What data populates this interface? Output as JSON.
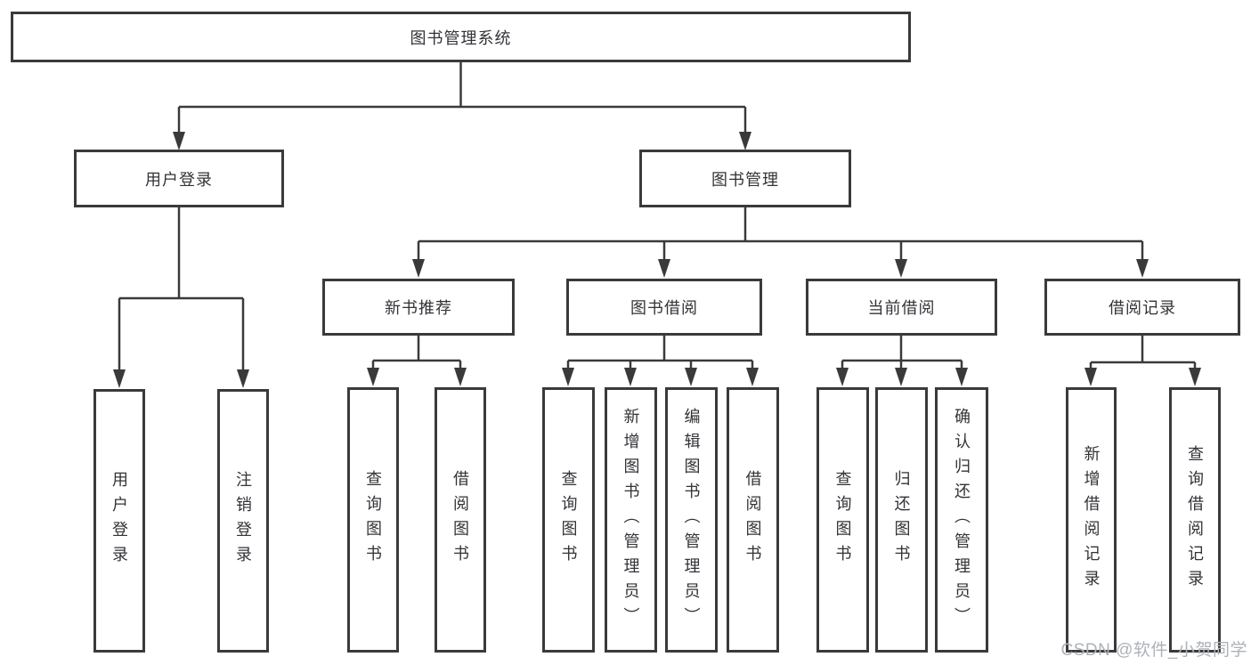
{
  "tree": {
    "root": {
      "label": "图书管理系统"
    },
    "level2": [
      {
        "label": "用户登录"
      },
      {
        "label": "图书管理"
      }
    ],
    "level3": [
      {
        "label": "新书推荐"
      },
      {
        "label": "图书借阅"
      },
      {
        "label": "当前借阅"
      },
      {
        "label": "借阅记录"
      }
    ],
    "leaves": {
      "user_login": [
        "用户登录",
        "注销登录"
      ],
      "new_book_recommend": [
        "查询图书",
        "借阅图书"
      ],
      "book_borrow": [
        "查询图书",
        "新增图书（管理员）",
        "编辑图书（管理员）",
        "借阅图书"
      ],
      "current_borrow": [
        "查询图书",
        "归还图书",
        "确认归还（管理员）"
      ],
      "borrow_records": [
        "新增借阅记录",
        "查询借阅记录"
      ]
    }
  },
  "watermark": {
    "text": "CSDN @软件_小贺同学"
  },
  "colors": {
    "line": "#3a3a3a",
    "border": "#3a3a3a",
    "text": "#333338",
    "watermark": "#adb2b9",
    "background": "#ffffff"
  }
}
